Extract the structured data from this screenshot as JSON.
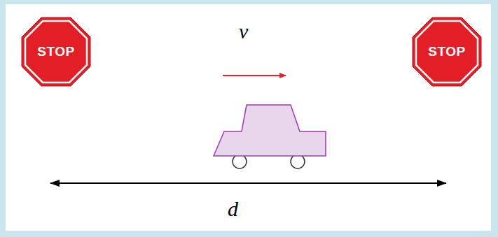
{
  "diagram": {
    "nodes": [
      {
        "text": [
          "STOP"
        ]
      },
      {
        "text": [
          "STOP"
        ]
      }
    ],
    "labels": [
      "v",
      "d"
    ]
  }
}
